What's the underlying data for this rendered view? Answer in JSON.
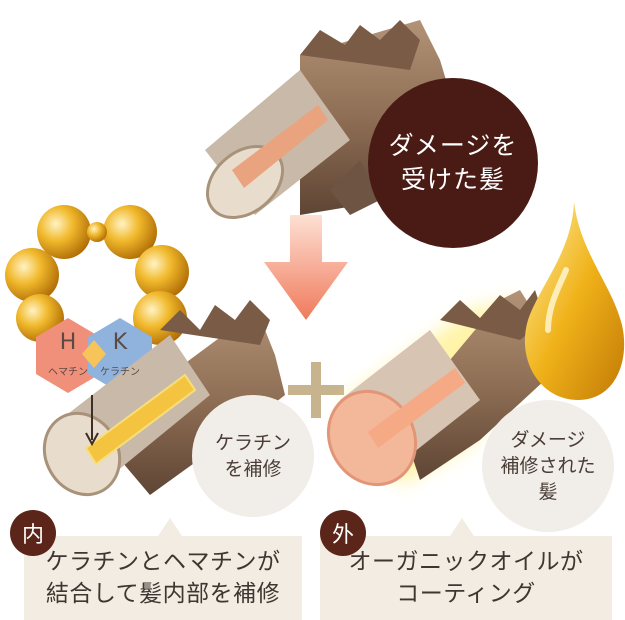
{
  "colors": {
    "hair_brown": "#9a7b5f",
    "hair_dark": "#6e5442",
    "core_pink": "#e9a37f",
    "core_yellow": "#f4c441",
    "dark_badge": "#4a1b14",
    "light_badge": "#f1ede9",
    "arrow": "#f08a6e",
    "plus": "#c7b38d",
    "hex_h": "#f08f7a",
    "hex_k": "#8fb3dc",
    "caption_bg": "#f2ece3",
    "tag_bg": "#5b2519",
    "oil": "#f0b21a"
  },
  "top_label": {
    "line1": "ダメージを",
    "line2": "受けた髪"
  },
  "hex": {
    "h_letter": "H",
    "h_sub": "ヘマチン",
    "k_letter": "K",
    "k_sub": "ケラチン"
  },
  "left_circle": {
    "line1": "ケラチン",
    "line2": "を補修"
  },
  "right_circle": {
    "line1": "ダメージ",
    "line2": "補修された",
    "line3": "髪"
  },
  "tags": {
    "inner": "内",
    "outer": "外"
  },
  "left_caption": {
    "line1": "ケラチンとヘマチンが",
    "line2": "結合して髪内部を補修"
  },
  "right_caption": {
    "line1": "オーガニックオイルが",
    "line2": "コーティング"
  },
  "icons": [
    "arrow-down-icon",
    "plus-icon",
    "oil-drop-icon",
    "molecule-chain-icon"
  ]
}
